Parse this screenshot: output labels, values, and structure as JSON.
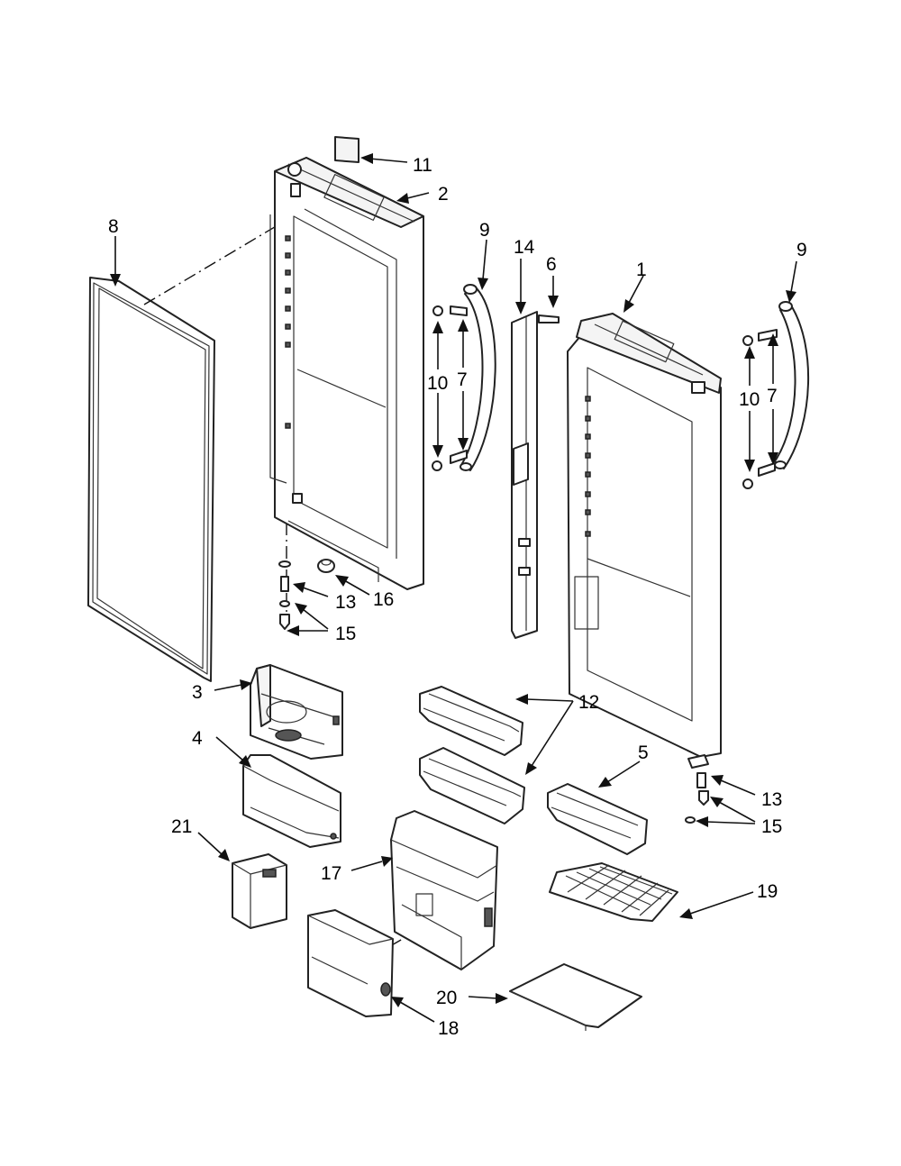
{
  "diagram": {
    "callouts": [
      {
        "id": "1",
        "label": "1"
      },
      {
        "id": "2",
        "label": "2"
      },
      {
        "id": "3",
        "label": "3"
      },
      {
        "id": "4",
        "label": "4"
      },
      {
        "id": "5",
        "label": "5"
      },
      {
        "id": "6",
        "label": "6"
      },
      {
        "id": "7a",
        "label": "7"
      },
      {
        "id": "7b",
        "label": "7"
      },
      {
        "id": "8",
        "label": "8"
      },
      {
        "id": "9a",
        "label": "9"
      },
      {
        "id": "9b",
        "label": "9"
      },
      {
        "id": "10a",
        "label": "10"
      },
      {
        "id": "10b",
        "label": "10"
      },
      {
        "id": "11",
        "label": "11"
      },
      {
        "id": "12",
        "label": "12"
      },
      {
        "id": "13a",
        "label": "13"
      },
      {
        "id": "13b",
        "label": "13"
      },
      {
        "id": "14",
        "label": "14"
      },
      {
        "id": "15a",
        "label": "15"
      },
      {
        "id": "15b",
        "label": "15"
      },
      {
        "id": "16",
        "label": "16"
      },
      {
        "id": "17",
        "label": "17"
      },
      {
        "id": "18",
        "label": "18"
      },
      {
        "id": "19",
        "label": "19"
      },
      {
        "id": "20",
        "label": "20"
      },
      {
        "id": "21",
        "label": "21"
      }
    ]
  }
}
